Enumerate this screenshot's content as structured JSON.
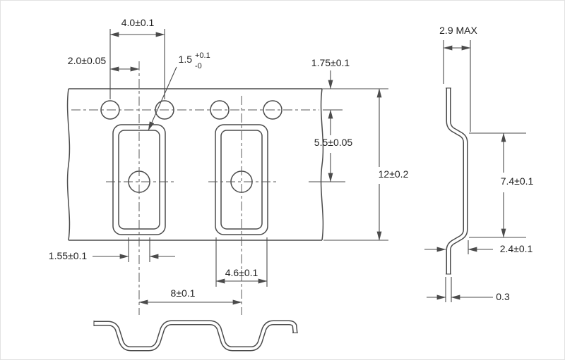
{
  "drawing": {
    "top_view": {
      "hole_pitch": "4.0±0.1",
      "hole_to_pocket": "2.0±0.05",
      "sprocket_hole_dia": {
        "value": "1.5",
        "tol_plus": "+0.1",
        "tol_minus": "-0"
      },
      "edge_to_hole_center": "1.75±0.1",
      "hole_to_pocket_center": "5.5±0.05",
      "tape_width": "12±0.2",
      "pocket_hole_dia": "1.55±0.1",
      "pocket_width": "4.6±0.1",
      "pocket_pitch": "8±0.1"
    },
    "side_view": {
      "overall_depth": "2.9 MAX",
      "pocket_section_height": "7.4±0.1",
      "step_offset": "2.4±0.1",
      "material_thickness": "0.3"
    }
  }
}
